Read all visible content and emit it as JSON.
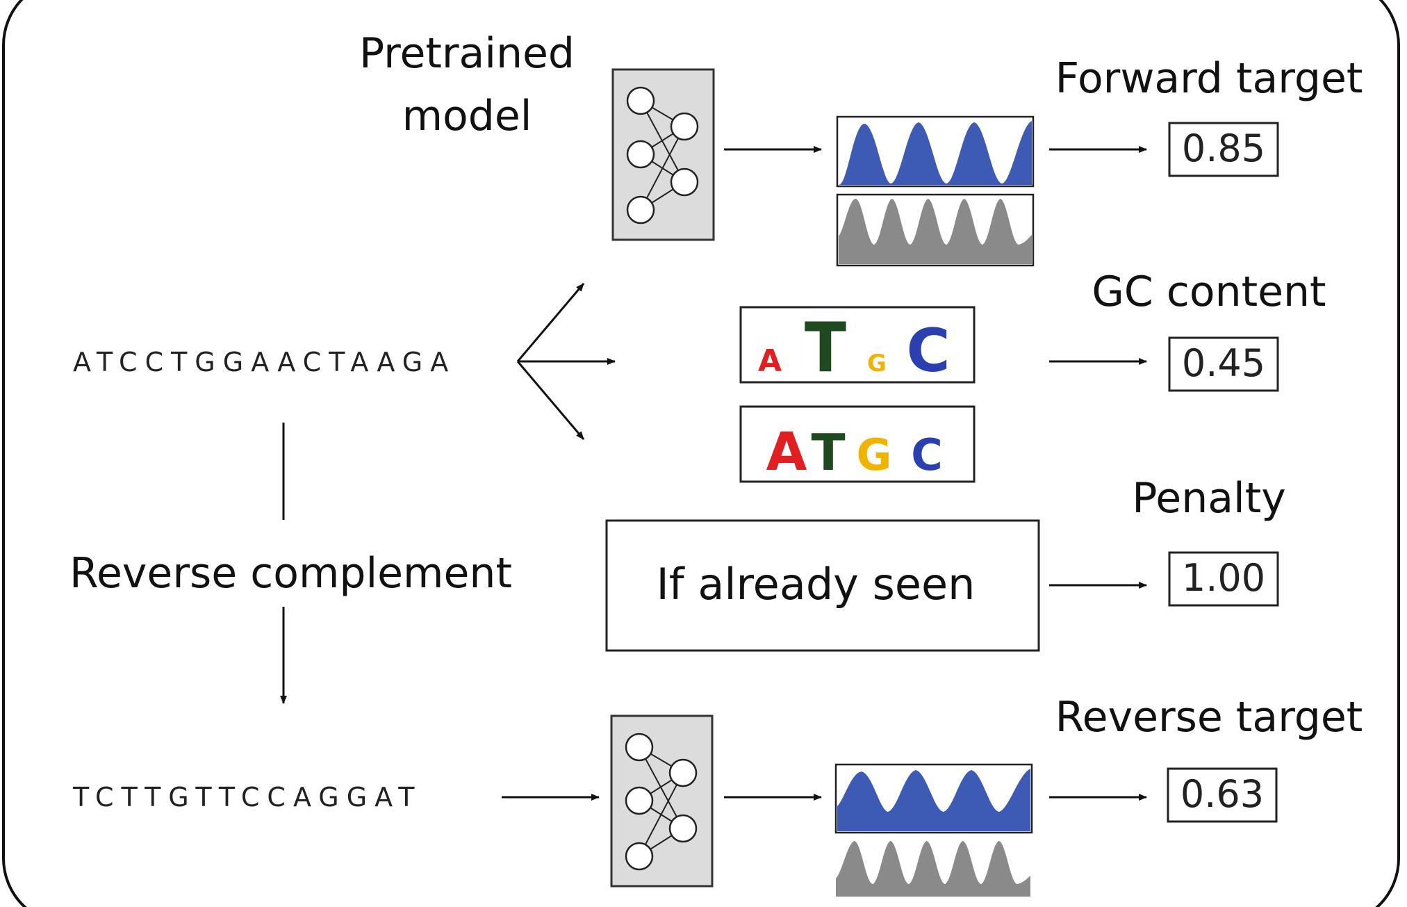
{
  "forward_sequence": "ATCCTGGAACTAAGA",
  "reverse_sequence": "TCTTGTTCCAGGAT",
  "reverse_complement_label": "Reverse complement",
  "pretrained_model_label": {
    "line1": "Pretrained",
    "line2": "model"
  },
  "penalty_box_text": "If already seen",
  "outputs": {
    "forward_target": {
      "label": "Forward target",
      "value": "0.85"
    },
    "gc_content": {
      "label": "GC content",
      "value": "0.45"
    },
    "penalty": {
      "label": "Penalty",
      "value": "1.00"
    },
    "reverse_target": {
      "label": "Reverse target",
      "value": "0.63"
    }
  },
  "logos": {
    "top": [
      "A",
      "T",
      "G",
      "C"
    ],
    "bottom": [
      "A",
      "T",
      "G",
      "C"
    ]
  },
  "colors": {
    "track_blue": "#3d5bb5",
    "track_gray": "#8a8a8a",
    "model_box_fill": "#dcdcdc",
    "nucleotide_A": "#e02020",
    "nucleotide_T": "#1f4a1f",
    "nucleotide_G": "#f0b400",
    "nucleotide_C": "#2a3fb0"
  }
}
